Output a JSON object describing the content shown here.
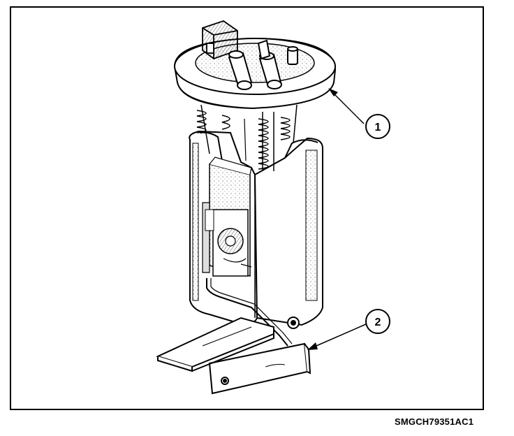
{
  "figure": {
    "callouts": [
      {
        "number": "1"
      },
      {
        "number": "2"
      }
    ],
    "reference_code": "SMGCH79351AC1"
  }
}
